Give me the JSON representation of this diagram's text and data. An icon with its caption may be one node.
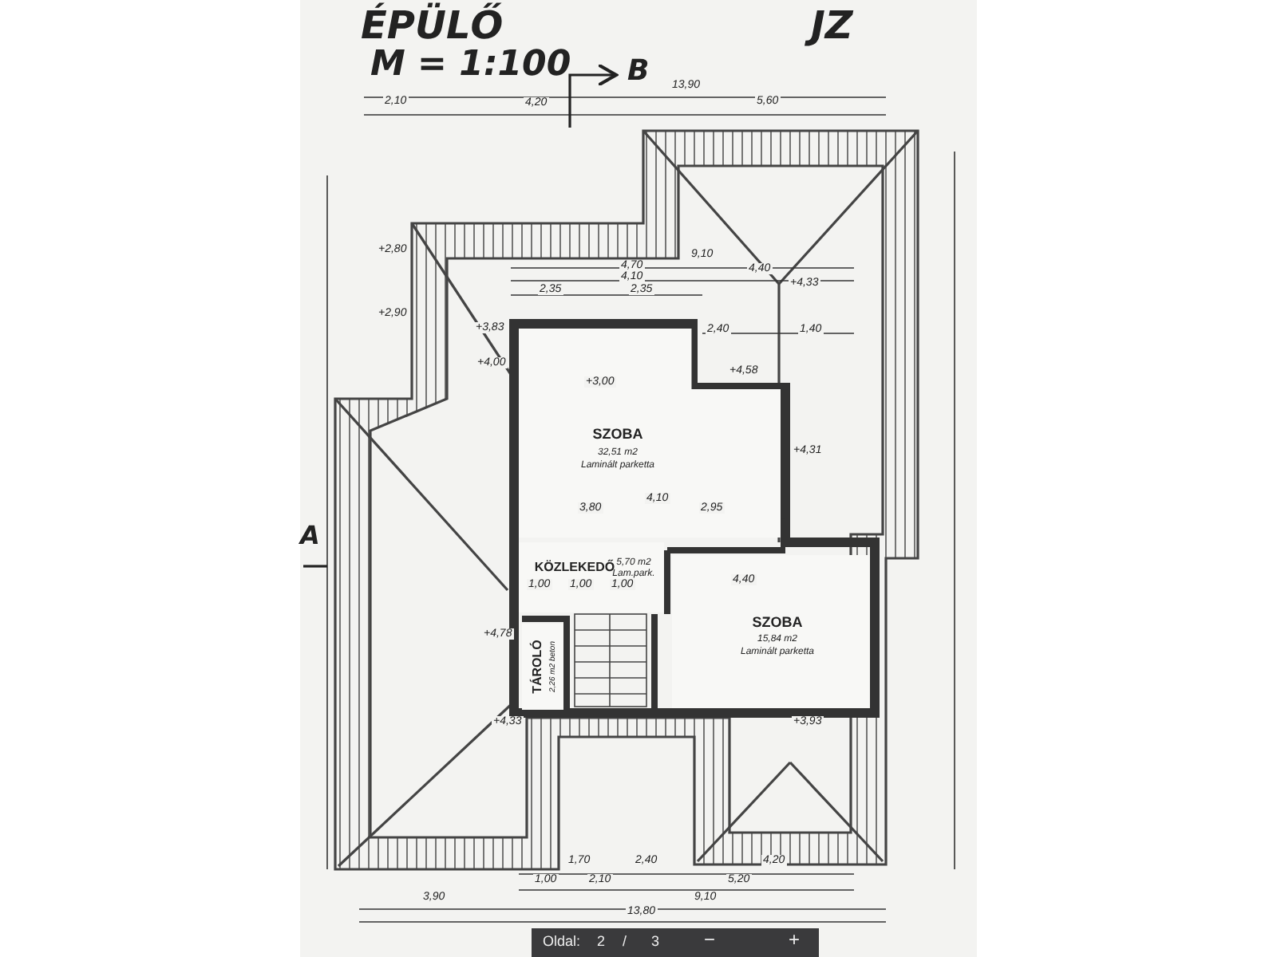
{
  "diagram": {
    "nodes": [
      {
        "text": [
          "SZOBA",
          "32,51 m2",
          "Laminált parketta"
        ]
      },
      {
        "text": [
          "KÖZLEKEDŐ",
          "5,70 m2",
          "Lam.park."
        ]
      },
      {
        "text": [
          "SZOBA",
          "15,84 m2",
          "Laminált parketta"
        ]
      },
      {
        "text": [
          "TÁROLÓ",
          "2,26 m2 beton"
        ]
      }
    ],
    "edges": [],
    "labels": [
      "ÉPÜLŐ",
      "JZ",
      "M = 1:100",
      "B",
      "13,90",
      "2,10",
      "4,20",
      "5,60",
      "+2,80",
      "9,10",
      "4,70",
      "4,40",
      "4,10",
      "+4,33",
      "2,35",
      "2,35",
      "+2,90",
      "+3,83",
      "2,40",
      "1,40",
      "+4,00",
      "+3,00",
      "+4,58",
      "+4,31",
      "4,10",
      "3,80",
      "2,95",
      "1,00",
      "1,00",
      "1,00",
      "4,40",
      "+4,78",
      "+4,33",
      "+3,93",
      "1,70",
      "2,40",
      "4,20",
      "1,00",
      "2,10",
      "5,20",
      "3,90",
      "9,10",
      "13,80",
      "A",
      "Oldal:",
      "2",
      "/",
      "3",
      "−",
      "+"
    ]
  }
}
